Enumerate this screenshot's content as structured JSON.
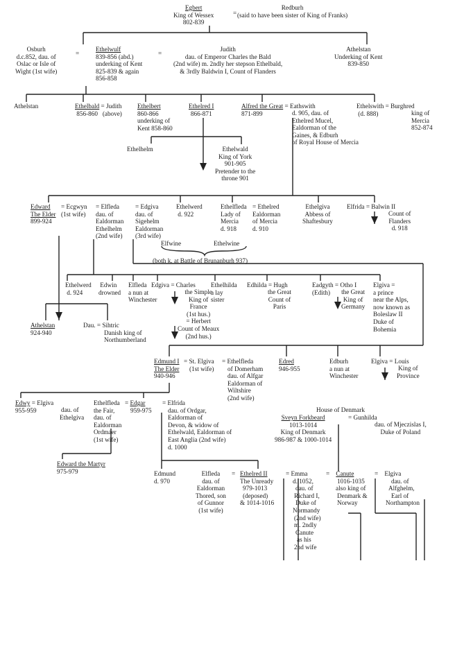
{
  "egbert": {
    "name": "Egbert",
    "l1": "King of Wessex",
    "l2": "802-839"
  },
  "redburh": {
    "name": "Redburh",
    "l1": "(said to have been sister of King of Franks)"
  },
  "osburh": {
    "name": "Osburh",
    "l1": "d.c.852, dau. of",
    "l2": "Oslac or Isle of",
    "l3": "Wight (1st wife)"
  },
  "ethelwulf": {
    "name": "Ethelwulf",
    "l1": "839-856 (abd.)",
    "l2": "underking of Kent",
    "l3": "825-839 & again",
    "l4": "856-858"
  },
  "judith": {
    "name": "Judith",
    "l1": "dau. of Emperor Charles the Bald",
    "l2": "(2nd wife) m. 2ndly her stepson Ethelbald,",
    "l3": "& 3rdly Baldwin I, Count of Flanders"
  },
  "athelstan_kent": {
    "name": "Athelstan",
    "l1": "Underking of Kent",
    "l2": "839-850"
  },
  "athelstan2": {
    "name": "Athelstan"
  },
  "ethelbald": {
    "name": "Ethelbald",
    "l1": "856-860",
    "eq": "= Judith",
    "above": "(above)"
  },
  "ethelbert": {
    "name": "Ethelbert",
    "l1": "860-866",
    "l2": "underking of",
    "l3": "Kent 858-860"
  },
  "ethelred1": {
    "name": "Ethelred I",
    "l1": "866-871"
  },
  "alfred": {
    "name": "Alfred the Great",
    "l1": "871-899",
    "eq": "= Eathswith",
    "w1": "d. 905, dau. of",
    "w2": "Ethelred Mucel,",
    "w3": "Ealdorman of the",
    "w4": "Gaines, & Edburh",
    "w5": "of Royal House of Mercia"
  },
  "ethelswith": {
    "name": "Ethelswith",
    "l1": "(d. 888)",
    "eq": "= Burghred",
    "w1": "king of",
    "w2": "Mercia",
    "w3": "852-874"
  },
  "ethelhelm": {
    "name": "Ethelhelm"
  },
  "ethelwald": {
    "name": "Ethelwald",
    "l1": "King of York",
    "l2": "901-905",
    "l3": "Pretender to the",
    "l4": "throne 901"
  },
  "edward": {
    "name1": "Edward",
    "name2": "The Elder",
    "l1": "899-924",
    "eq": "= Ecgwyn",
    "w1": "(1st wife)",
    "eq2": "= Elfleda",
    "x1": "dau. of",
    "x2": "Ealdorman",
    "x3": "Ethelhelm",
    "x4": "(2nd wife)"
  },
  "edgiva1": {
    "eq": "= Edgiva",
    "l1": "dau. of",
    "l2": "Sigehelm",
    "l3": "Ealdorman",
    "l4": "(3rd wife)"
  },
  "ethelwerd1": {
    "name": "Ethelwerd",
    "l1": "d. 922"
  },
  "ethelfleda_m": {
    "name": "Ethelfleda",
    "l1": "Lady of",
    "l2": "Mercia",
    "l3": "d. 918"
  },
  "ethelred_m": {
    "eq": "= Ethelred",
    "l1": "Ealdorman",
    "l2": "of Mercia",
    "l3": "d. 910"
  },
  "ethelgiva": {
    "name": "Ethelgiva",
    "l1": "Abbess of",
    "l2": "Shaftesbury"
  },
  "elfrida": {
    "name": "Elfrida",
    "eq": "= Balwin II",
    "l1": "Count of",
    "l2": "Flanders",
    "l3": "d. 918"
  },
  "elfwine": {
    "name": "Elfwine"
  },
  "ethelwine": {
    "name": "Ethelwine"
  },
  "brunanburh": {
    "text": "(both k. at Battle of Brunanburh 937)"
  },
  "ethelwerd2": {
    "name": "Ethelwerd",
    "l1": "d. 924"
  },
  "edwin": {
    "name": "Edwin",
    "l1": "drowned"
  },
  "elfleda2": {
    "name": "Elfleda",
    "l1": "a nun at",
    "l2": "Winchester"
  },
  "edgiva2": {
    "name": "Edgiva",
    "eq": "= Charles",
    "l1": "the Simple",
    "l2": "King of",
    "l3": "France",
    "l4": "(1st hus.)",
    "l5": "= Herbert",
    "l6": "Count of Meaux",
    "l7": "(2nd hus.)"
  },
  "ethelhilda": {
    "name": "Ethelhilda",
    "l1": "a lay",
    "l2": "sister"
  },
  "edhilda": {
    "name": "Edhilda",
    "eq": "= Hugh",
    "l1": "the Great",
    "l2": "Count of",
    "l3": "Paris"
  },
  "eadgyth": {
    "name": "Eadgyth",
    "eq": "= Otho I",
    "l0": "(Edith)",
    "l1": "the Great",
    "l2": "King of",
    "l3": "Germany"
  },
  "elgiva1": {
    "name": "Elgiva",
    "eq": "=",
    "l1": "a prince",
    "l2": "near the Alps,",
    "l3": "now known as",
    "l4": "Boleslaw II",
    "l5": "Duke of",
    "l6": "Bohemia"
  },
  "athelstan3": {
    "name": "Athelstan",
    "l1": "924-940"
  },
  "dau": {
    "text": "Dau. = Sihtric",
    "l1": "Danish king of",
    "l2": "Northumberland"
  },
  "edmund1": {
    "name1": "Edmund I",
    "name2": "The Elder",
    "l1": "940-946",
    "eq": "= St. Elgiva",
    "w1": "(1st wife)",
    "eq2": "= Ethelfleda",
    "x1": "of Domerham",
    "x2": "dau. of Alfgar",
    "x3": "Ealdorman of",
    "x4": "Wiltshire",
    "x5": "(2nd wife)"
  },
  "edred": {
    "name": "Edred",
    "l1": "946-955"
  },
  "edburh": {
    "name": "Edburh",
    "l1": "a nun at",
    "l2": "Winchester"
  },
  "elgiva2": {
    "name": "Elgiva",
    "eq": "= Louis",
    "l1": "King of",
    "l2": "Province"
  },
  "edwy": {
    "name": "Edwy",
    "eq": "= Elgiva",
    "l1": "955-959",
    "w1": "dau. of",
    "w2": "Ethelgiva"
  },
  "ethelfleda3": {
    "name": "Ethelfleda",
    "l1": "the Fair,",
    "l2": "dau. of",
    "l3": "Ealdorman",
    "l4": "Ordmaer",
    "l5": "(1st wife)"
  },
  "edgar": {
    "eq": "=",
    "name": "Edgar",
    "l1": "959-975"
  },
  "elfrida2": {
    "eq": "= Elfrida",
    "l1": "dau. of Ordgar,",
    "l2": "Ealdorman of",
    "l3": "Devon, & widow of",
    "l4": "Ethelwald, Ealdorman of",
    "l5": "East Anglia (2nd wife)",
    "l6": "d. 1000"
  },
  "denmark": {
    "house": "House of Denmark",
    "name": "Sveyn Forkbeard",
    "eq": "= Gunhilda",
    "l1": "1013-1014",
    "l2": "King of Denmark",
    "l3": "986-987 & 1000-1014",
    "w1": "dau. of Mjeczislas I,",
    "w2": "Duke of Poland"
  },
  "martyr": {
    "name": "Edward the Martyr",
    "l1": "975-979"
  },
  "edmund2": {
    "name": "Edmund",
    "l1": "d. 970"
  },
  "elfleda3": {
    "name": "Elfleda",
    "l1": "dau. of",
    "l2": "Ealdorman",
    "l3": "Thored, son",
    "l4": "of Gunnor",
    "l5": "(1st wife)",
    "eq": "="
  },
  "ethelred2": {
    "name": "Ethelred II",
    "l1": "The Unready",
    "l2": "979-1013",
    "l3": "(deposed)",
    "l4": "& 1014-1016"
  },
  "emma": {
    "eq": "= Emma",
    "l1": "d. 1052,",
    "l2": "dau. of",
    "l3": "Richard I,",
    "l4": "Duke of",
    "l5": "Normandy",
    "l6": "(2nd wife)",
    "l7": "m. 2ndly",
    "l8": "Canute",
    "l9": "as his",
    "l10": "2nd wife"
  },
  "canute": {
    "eq": "=",
    "name": "Canute",
    "l1": "1016-1035",
    "l2": "also king of",
    "l3": "Denmark &",
    "l4": "Norway"
  },
  "elgiva3": {
    "eq": "=",
    "name": "Elgiva",
    "l1": "dau. of",
    "l2": "Alfghelm,",
    "l3": "Earl of",
    "l4": "Northampton"
  }
}
